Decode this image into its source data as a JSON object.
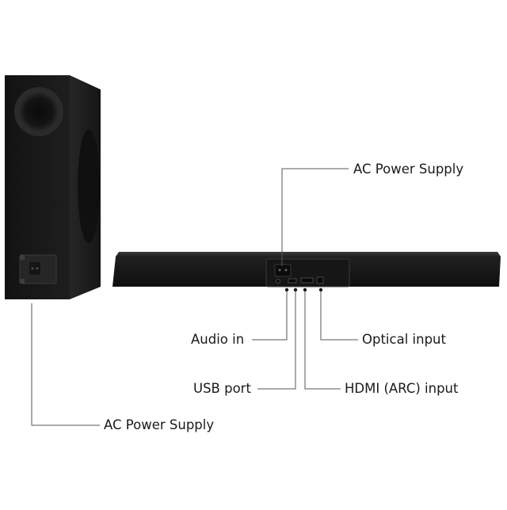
{
  "labels": {
    "ac_power_top": "AC Power Supply",
    "audio_in": "Audio in",
    "optical_input": "Optical input",
    "usb_port": "USB port",
    "hdmi_arc_input": "HDMI (ARC) input",
    "ac_power_bottom": "AC Power Supply"
  },
  "colors": {
    "device_body": "#1c1c1c",
    "device_dark": "#0d0d0d",
    "leader_line": "#555555",
    "text": "#1a1a1a",
    "background": "#ffffff"
  }
}
